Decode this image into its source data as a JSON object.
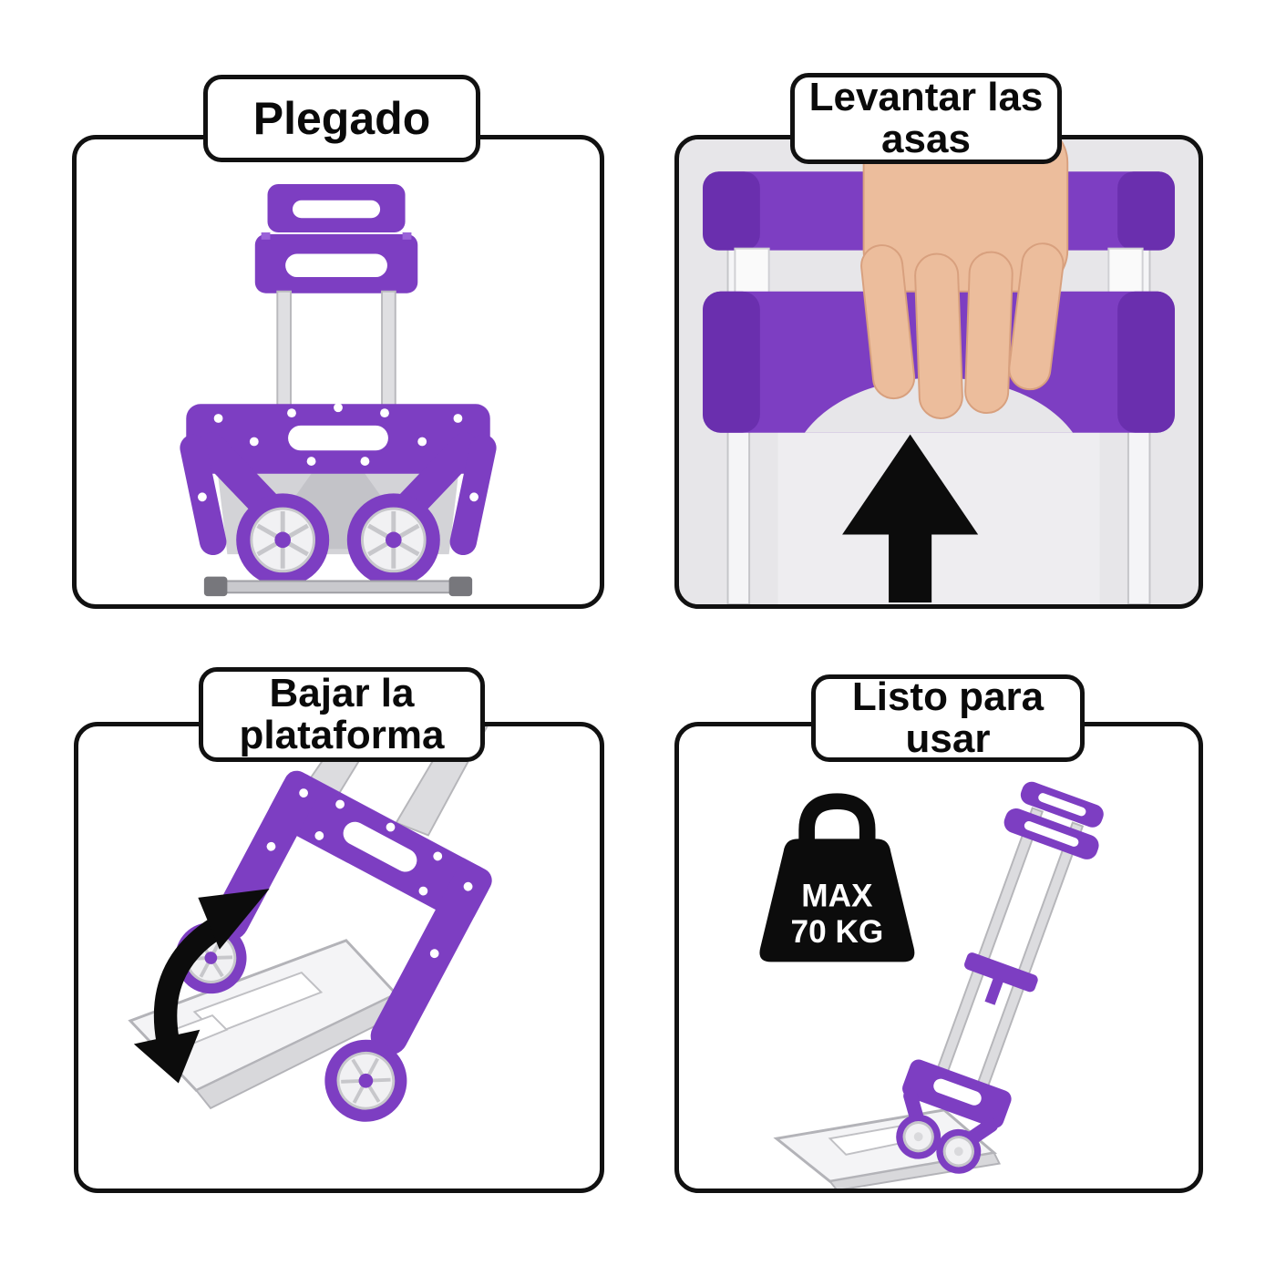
{
  "colors": {
    "accent_purple": "#7d3ec2",
    "accent_purple_dark": "#6a2fae",
    "outline_black": "#0c0c0c",
    "silver_metal": "#dcdcdf",
    "photo_background_gray": "#e7e6e9",
    "skin_tone": "#ecbd9c"
  },
  "steps": {
    "folded": {
      "label": "Plegado"
    },
    "lift_handles": {
      "label_line1": "Levantar las",
      "label_line2": "asas"
    },
    "lower_platform": {
      "label_line1": "Bajar la",
      "label_line2": "plataforma"
    },
    "ready_to_use": {
      "label_line1": "Listo para",
      "label_line2": "usar"
    }
  },
  "max_load_badge": {
    "line1": "MAX",
    "line2": "70 KG"
  }
}
